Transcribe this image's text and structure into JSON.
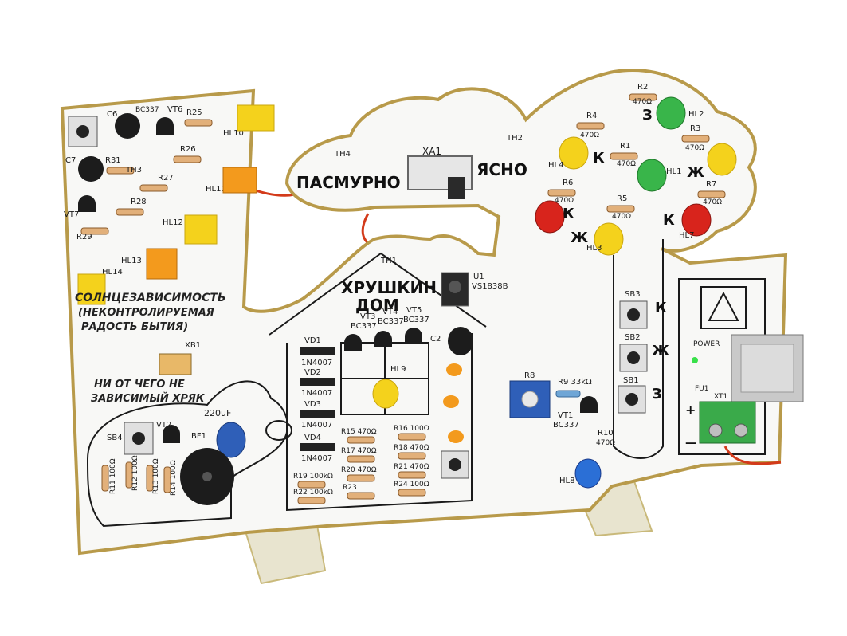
{
  "board": {
    "switch": {
      "designator": "XA1",
      "left": "ПАСМУРНО",
      "right": "ЯСНО",
      "th_left": "TH4",
      "th_right": "TH2"
    },
    "house": {
      "title_1": "ХРУШКИН",
      "title_2": "ДОМ",
      "th": "TH1",
      "transistors": [
        {
          "ref": "VT3",
          "type": "BC337"
        },
        {
          "ref": "VT4",
          "type": "BC337"
        },
        {
          "ref": "VT5",
          "type": "BC337"
        }
      ],
      "ir_ref": "U1",
      "ir_type": "VS1838B",
      "window_led": "HL9"
    },
    "diodes": [
      {
        "ref": "VD1",
        "type": "1N4007"
      },
      {
        "ref": "VD2",
        "type": "1N4007"
      },
      {
        "ref": "VD3",
        "type": "1N4007"
      },
      {
        "ref": "VD4",
        "type": "1N4007"
      }
    ],
    "resistors_house": [
      "R15 470Ω",
      "R16 100Ω",
      "R17 470Ω",
      "R18 470Ω",
      "R20 470Ω",
      "R21 470Ω",
      "R19 100kΩ",
      "R22 100kΩ",
      "R24 100Ω",
      "R23"
    ],
    "cap_house": "C2",
    "tree": {
      "resistors": [
        {
          "ref": "R2",
          "val": "470Ω"
        },
        {
          "ref": "R4",
          "val": "470Ω"
        },
        {
          "ref": "R1",
          "val": "470Ω"
        },
        {
          "ref": "R3",
          "val": "470Ω"
        },
        {
          "ref": "R6",
          "val": "470Ω"
        },
        {
          "ref": "R5",
          "val": "470Ω"
        },
        {
          "ref": "R7",
          "val": "470Ω"
        }
      ],
      "leds": [
        "HL4",
        "HL1",
        "HL3",
        "HL7",
        "HL2"
      ],
      "color_letters": [
        "З",
        "К",
        "Ж",
        "К",
        "Ж",
        "К"
      ]
    },
    "buttons_right": [
      {
        "ref": "SB3",
        "letter": "К"
      },
      {
        "ref": "SB2",
        "letter": "Ж"
      },
      {
        "ref": "SB1",
        "letter": "З"
      }
    ],
    "pot": {
      "ref": "R8",
      "r9": "R9 33kΩ",
      "vt": "VT1",
      "vt_type": "BC337",
      "r10": "R10",
      "r10_val": "470Ω",
      "led": "HL8"
    },
    "power": {
      "label": "POWER",
      "fuse": "FU1",
      "terminal": "XT1",
      "plus": "+",
      "minus": "—"
    },
    "left_panel": {
      "refs": [
        "C6",
        "BC337",
        "VT6",
        "R25",
        "R26",
        "R27",
        "R28",
        "R29",
        "R31",
        "C7",
        "TH3",
        "VT7",
        "HL10",
        "HL11",
        "HL12",
        "HL13",
        "HL14"
      ],
      "text_1": "СОЛНЦЕЗАВИСИМОСТЬ",
      "text_2": "(НЕКОНТРОЛИРУЕМАЯ",
      "text_3": "РАДОСТЬ БЫТИЯ)",
      "xb": "XB1",
      "pig_text_1": "НИ ОТ ЧЕГО НЕ",
      "pig_text_2": "ЗАВИСИМЫЙ ХРЯК"
    },
    "pig": {
      "cap": "220uF",
      "buzzer": "BF1",
      "button": "SB4",
      "transistor": "VT2",
      "resistors": [
        "R11 100Ω",
        "R12 100Ω",
        "R13 100Ω",
        "R14 100Ω"
      ]
    }
  },
  "colors": {
    "pcb": "#f8f8f6",
    "edge": "#b89a4a",
    "ink": "#1a1a1a",
    "led_yellow": "#f4d21c",
    "led_red": "#d8241c",
    "led_green": "#39b54a",
    "led_orange": "#f39a1d",
    "led_blue": "#2b6fd6",
    "terminal": "#3aaa4a",
    "wire": "#d33a1a"
  }
}
